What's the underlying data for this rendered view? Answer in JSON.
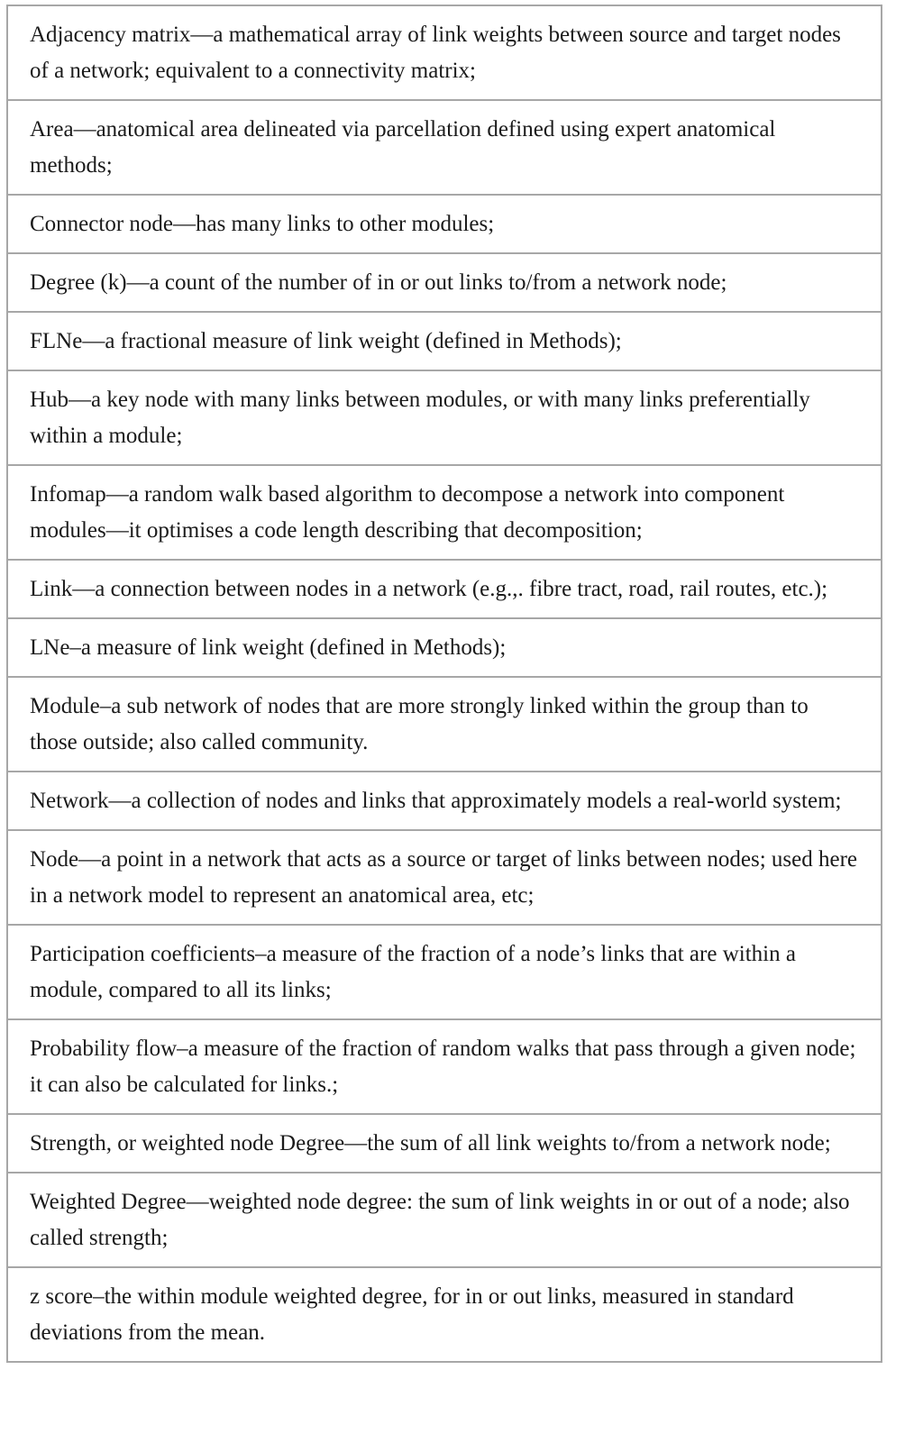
{
  "glossary": {
    "entries": [
      "Adjacency matrix—a mathematical array of link weights between source and target nodes of a network; equivalent to a connectivity matrix;",
      "Area—anatomical area delineated via parcellation defined using expert anatomical methods;",
      "Connector node—has many links to other modules;",
      "Degree (k)—a count of the number of in or out links to/from a network node;",
      "FLNe—a fractional measure of link weight (defined in Methods);",
      "Hub—a key node with many links between modules, or with many links preferentially within a module;",
      "Infomap—a random walk based algorithm to decompose a network into component modules—it optimises a code length describing that decomposition;",
      "Link—a connection between nodes in a network (e.g.,. fibre tract, road, rail routes, etc.);",
      "LNe–a measure of link weight (defined in Methods);",
      "Module–a sub network of nodes that are more strongly linked within the group than to those outside; also called community.",
      "Network—a collection of nodes and links that approximately models a real-world system;",
      "Node—a point in a network that acts as a source or target of links between nodes; used here in a network model to represent an anatomical area, etc;",
      "Participation coefficients–a measure of the fraction of a node’s links that are within a module, compared to all its links;",
      "Probability flow–a measure of the fraction of random walks that pass through a given node; it can also be calculated for links.;",
      "Strength, or weighted node Degree—the sum of all link weights to/from a network node;",
      "Weighted Degree—weighted node degree: the sum of link weights in or out of a node; also called strength;",
      "z score–the within module weighted degree, for in or out links, measured in standard deviations from the mean."
    ]
  }
}
